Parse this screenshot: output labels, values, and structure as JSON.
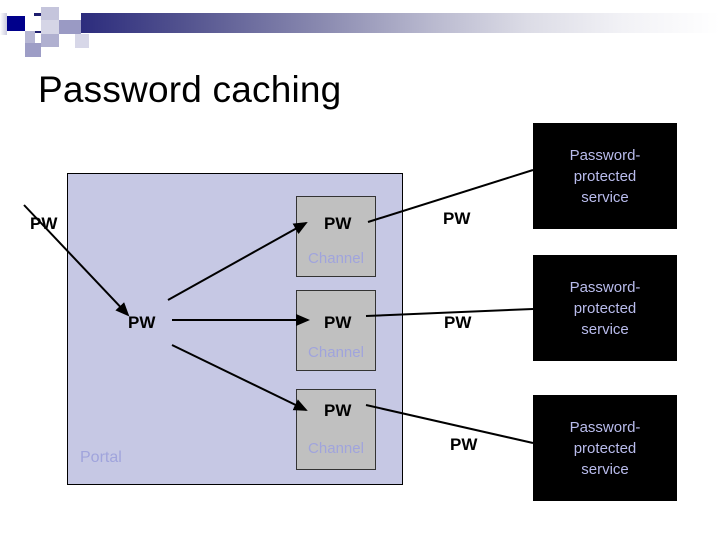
{
  "slide": {
    "title": "Password caching",
    "banner": {
      "gradient_from": "#1d1d6e",
      "gradient_to": "#ffffff",
      "accent_square": "#00008b"
    }
  },
  "portal": {
    "label": "Portal",
    "fill": "#c6c8e4",
    "label_color": "#a0a4dc",
    "border": "#000000"
  },
  "channels": [
    {
      "pw_label": "PW",
      "caption": "Channel"
    },
    {
      "pw_label": "PW",
      "caption": "Channel"
    },
    {
      "pw_label": "PW",
      "caption": "Channel"
    }
  ],
  "channel_style": {
    "fill": "#c0c0c0",
    "caption_color": "#a0a4dc",
    "border": "#333333"
  },
  "pw_labels": {
    "outer_top": "PW",
    "portal_middle": "PW",
    "right_top": "PW",
    "right_middle": "PW",
    "right_bottom": "PW"
  },
  "services": [
    {
      "text": "Password-\nprotected\nservice"
    },
    {
      "text": "Password-\nprotected\nservice"
    },
    {
      "text": "Password-\nprotected\nservice"
    }
  ],
  "service_style": {
    "fill": "#000000",
    "text_color": "#b9bcec"
  }
}
